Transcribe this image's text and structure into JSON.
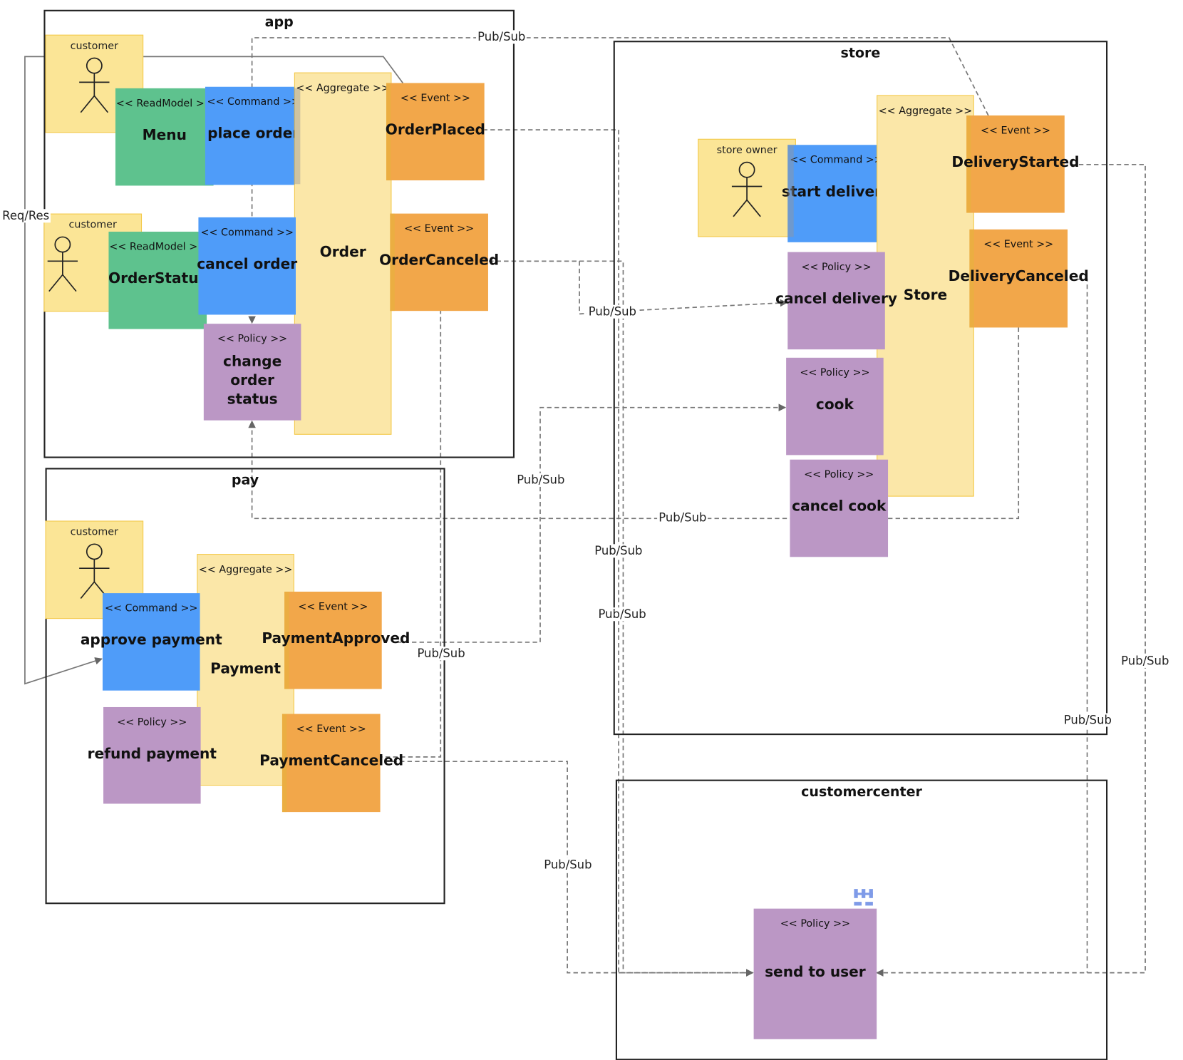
{
  "contexts": {
    "app": "app",
    "store": "store",
    "pay": "pay",
    "customercenter": "customercenter"
  },
  "actors": {
    "customer_1": "customer",
    "customer_2": "customer",
    "customer_3": "customer",
    "store_owner": "store owner"
  },
  "stereotypes": {
    "readmodel": "<< ReadModel >>",
    "command": "<< Command >>",
    "aggregate": "<< Aggregate >>",
    "event": "<< Event >>",
    "policy": "<< Policy >>"
  },
  "stickies": {
    "menu": "Menu",
    "place_order": "place order",
    "order": "Order",
    "order_placed": "OrderPlaced",
    "order_status": "OrderStatus",
    "cancel_order": "cancel order",
    "order_canceled": "OrderCanceled",
    "change_order_status": "change order status",
    "start_delivery": "start delivery",
    "store": "Store",
    "delivery_started": "DeliveryStarted",
    "delivery_canceled": "DeliveryCanceled",
    "cancel_delivery": "cancel delivery",
    "cook": "cook",
    "cancel_cook": "cancel cook",
    "approve_payment": "approve payment",
    "payment": "Payment",
    "payment_approved": "PaymentApproved",
    "payment_canceled": "PaymentCanceled",
    "refund_payment": "refund payment",
    "send_to_user": "send to user"
  },
  "links": {
    "pubsub": "Pub/Sub",
    "reqres": "Req/Res"
  },
  "icons": [
    "actor-icon",
    "hierarchy-icon"
  ],
  "colors": {
    "readmodel": "#5ec28e",
    "command": "#4f9cf9",
    "policy": "#bb97c5",
    "event": "#f2a74a",
    "aggregate": "#fbe7a8",
    "actor": "#fbe596"
  }
}
